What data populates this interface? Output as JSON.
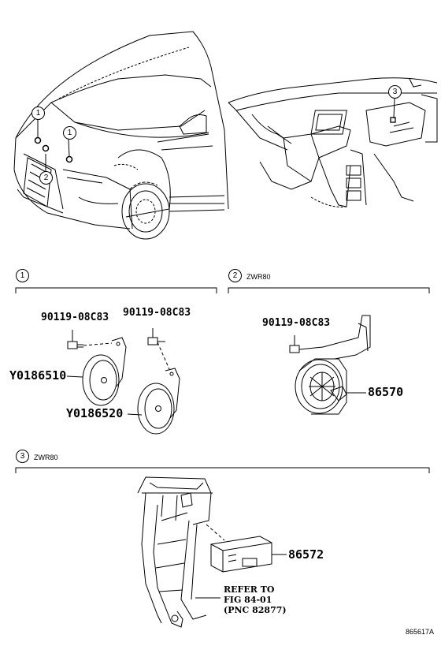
{
  "callouts": {
    "one": "1",
    "two": "2",
    "three": "3"
  },
  "sections": {
    "s1": {
      "marker": "1",
      "note": ""
    },
    "s2": {
      "marker": "2",
      "note": "ZWR80"
    },
    "s3": {
      "marker": "3",
      "note": "ZWR80"
    }
  },
  "parts": {
    "bolt_left": "90119-08C83",
    "bolt_mid": "90119-08C83",
    "bolt_right": "90119-08C83",
    "horn_high": "Y0186510",
    "horn_low": "Y0186520",
    "speaker": "86570",
    "ecu": "86572"
  },
  "reference": {
    "line1": "REFER TO",
    "line2": "FIG 84-01",
    "line3": "(PNC 82877)"
  },
  "document_id": "865617A"
}
